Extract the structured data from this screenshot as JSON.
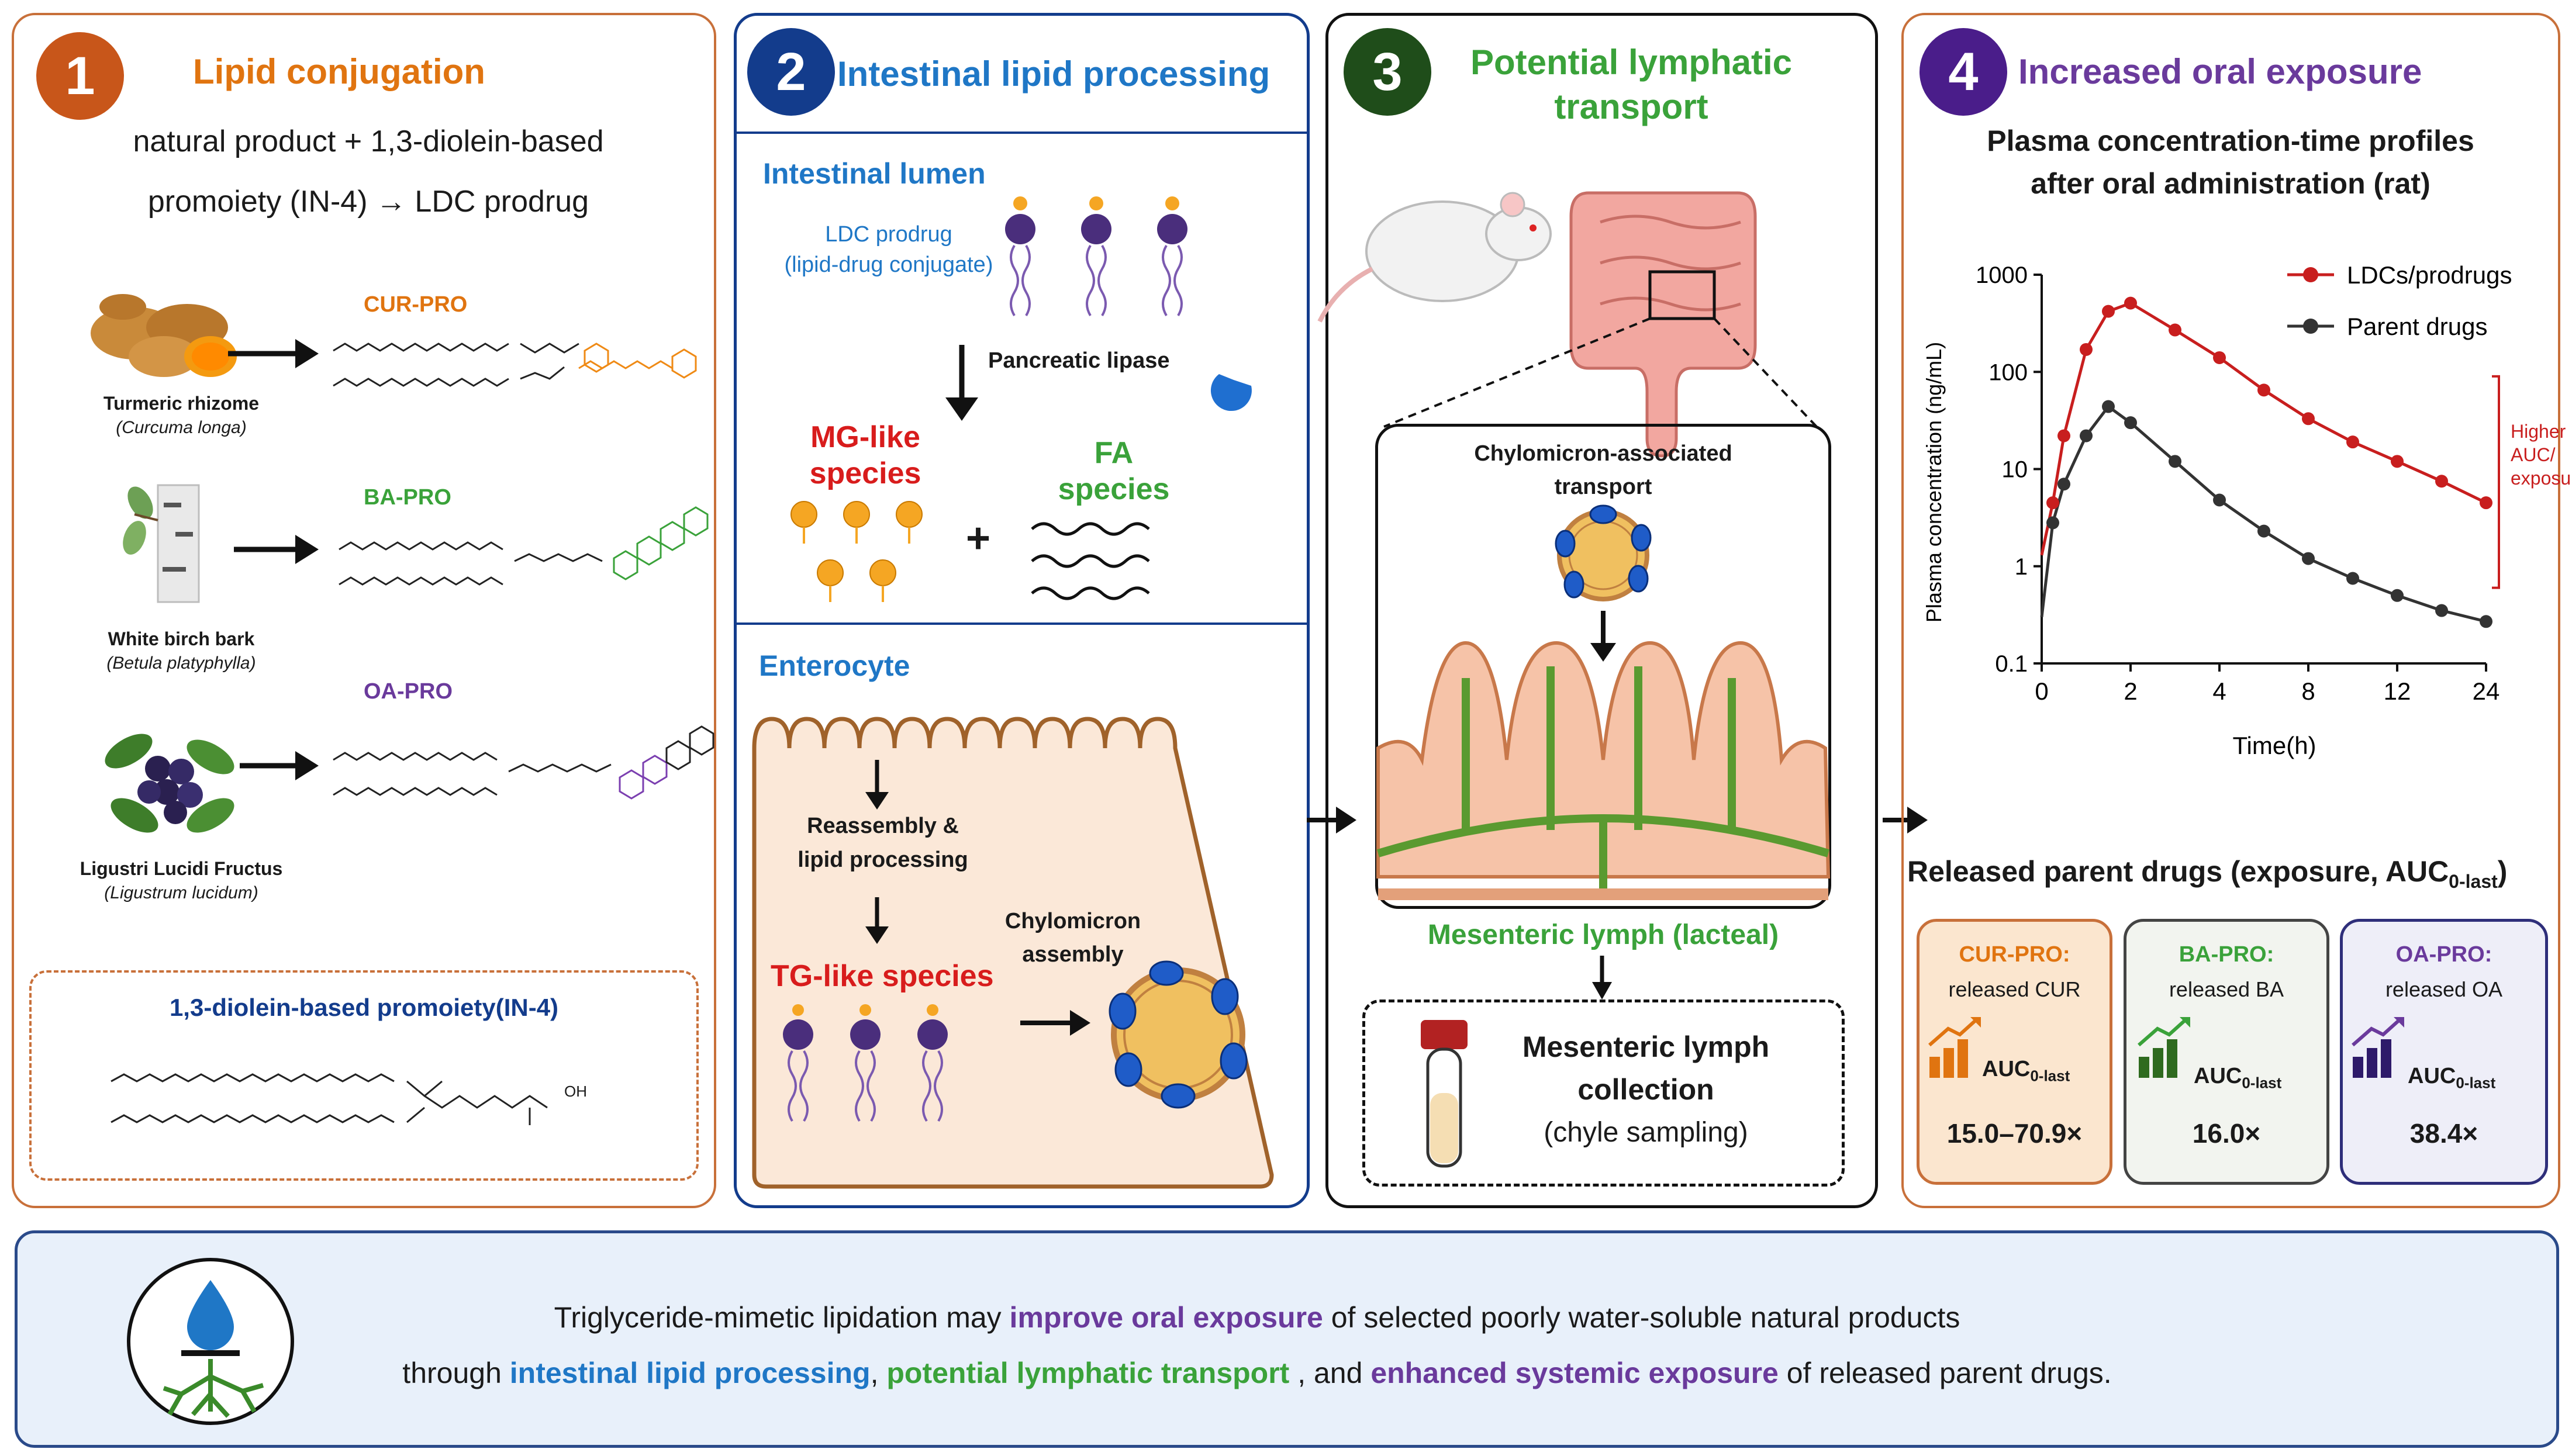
{
  "panel1": {
    "number": "1",
    "title": "Lipid conjugation",
    "desc_line1": "natural product + 1,3-diolein-based",
    "desc_line2": "promoiety (IN-4) → LDC prodrug",
    "sources": [
      {
        "name": "Turmeric rhizome",
        "latin": "(Curcuma longa)",
        "label": "CUR-PRO",
        "color": "#e07410"
      },
      {
        "name": "White birch bark",
        "latin": "(Betula platyphylla)",
        "label": "BA-PRO",
        "color": "#3aa23a"
      },
      {
        "name": "Ligustri Lucidi Fructus",
        "latin": "(Ligustrum lucidum)",
        "label": "OA-PRO",
        "color": "#6a3a9c"
      }
    ],
    "promoiety_title": "1,3-diolein-based promoiety(IN-4)",
    "oh_label": "OH"
  },
  "panel2": {
    "number": "2",
    "title": "Intestinal lipid processing",
    "lumen_title": "Intestinal lumen",
    "ldc_line1": "LDC prodrug",
    "ldc_line2": "(lipid-drug conjugate)",
    "lipase": "Pancreatic lipase",
    "mg_line1": "MG-like",
    "mg_line2": "species",
    "fa_line1": "FA",
    "fa_line2": "species",
    "plus": "+",
    "enterocyte_title": "Enterocyte",
    "reassembly_line1": "Reassembly &",
    "reassembly_line2": "lipid processing",
    "tg": "TG-like species",
    "chylo_line1": "Chylomicron",
    "chylo_line2": "assembly"
  },
  "panel3": {
    "number": "3",
    "title_line1": "Potential lymphatic",
    "title_line2": "transport",
    "chylo_transport_line1": "Chylomicron-associated",
    "chylo_transport_line2": "transport",
    "mesenteric": "Mesenteric lymph (lacteal)",
    "collection_line1": "Mesenteric lymph",
    "collection_line2": "collection",
    "collection_line3": "(chyle sampling)"
  },
  "panel4": {
    "number": "4",
    "title": "Increased oral exposure",
    "chart_title_line1": "Plasma concentration-time profiles",
    "chart_title_line2": "after oral administration (rat)",
    "released_title": "Released parent drugs (exposure, AUC",
    "released_sub": "0-last",
    "released_close": ")",
    "cards": [
      {
        "title": "CUR-PRO:",
        "sub": "released CUR",
        "auc": "AUC",
        "auc_sub": "0-last",
        "value": "15.0–70.9×",
        "color": "#e07410",
        "bar": "#e07410"
      },
      {
        "title": "BA-PRO:",
        "sub": "released BA",
        "auc": "AUC",
        "auc_sub": "0-last",
        "value": "16.0×",
        "color": "#3aa23a",
        "bar": "#2f6b1f"
      },
      {
        "title": "OA-PRO:",
        "sub": "released OA",
        "auc": "AUC",
        "auc_sub": "0-last",
        "value": "38.4×",
        "color": "#6a3a9c",
        "bar": "#2e1a6a"
      }
    ]
  },
  "chart_data": {
    "type": "line",
    "title": "Plasma concentration-time profiles after oral administration (rat)",
    "xlabel": "Time(h)",
    "ylabel": "Plasma concentration (ng/mL)",
    "x_ticks": [
      "0",
      "2",
      "4",
      "8",
      "12",
      "24"
    ],
    "y_ticks": [
      "1000",
      "100",
      "10",
      "1",
      "0.1"
    ],
    "yscale": "log",
    "ylim": [
      0.1,
      1000
    ],
    "annotation": [
      "Higher",
      "AUC/",
      "exposure"
    ],
    "legend_position": "top-right",
    "series": [
      {
        "name": "LDCs/prodrugs",
        "color": "#c81e1e",
        "x": [
          0,
          0.25,
          0.5,
          1,
          1.5,
          2,
          3,
          4,
          6,
          8,
          10,
          12,
          18,
          24
        ],
        "y": [
          1.3,
          4.5,
          22,
          170,
          420,
          510,
          270,
          140,
          65,
          33,
          19,
          12,
          7.5,
          4.5
        ]
      },
      {
        "name": "Parent drugs",
        "color": "#333333",
        "x": [
          0,
          0.25,
          0.5,
          1,
          1.5,
          2,
          3,
          4,
          6,
          8,
          10,
          12,
          18,
          24
        ],
        "y": [
          0.3,
          2.8,
          7,
          22,
          44,
          30,
          12,
          4.8,
          2.3,
          1.2,
          0.75,
          0.5,
          0.35,
          0.27
        ]
      }
    ]
  },
  "footer": {
    "seg1": "Triglyceride-mimetic lipidation may ",
    "seg2": "improve oral exposure",
    "seg3": " of selected poorly water-soluble natural products",
    "seg4": "through ",
    "seg5": "intestinal lipid processing",
    "seg6": ", ",
    "seg7": "potential lymphatic transport",
    "seg8": " , and  ",
    "seg9": "enhanced systemic exposure",
    "seg10": " of released parent drugs."
  }
}
